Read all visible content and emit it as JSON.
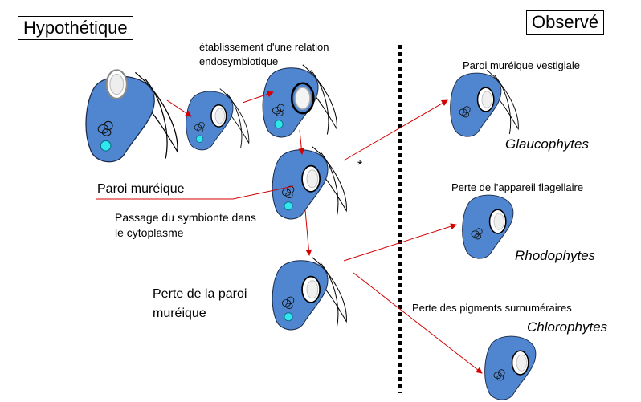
{
  "headers": {
    "left": "Hypothétique",
    "right": "Observé"
  },
  "labels": {
    "relation_line1": "établissement d'une relation",
    "relation_line2": "endosymbiotique",
    "paroi": "Paroi muréique",
    "passage_line1": "Passage du symbionte dans",
    "passage_line2": "le cytoplasme",
    "perte_line1": "Perte de la paroi",
    "perte_line2": "muréique",
    "star": "*",
    "obs1_caption": "Paroi muréique vestigiale",
    "obs1_group": "Glaucophytes",
    "obs2_caption": "Perte de l’appareil flagellaire",
    "obs2_group": "Rhodophytes",
    "obs3_caption": "Perte des pigments surnuméraires",
    "obs3_group": "Chlorophytes"
  },
  "colors": {
    "cell": "#4f86cf",
    "outline": "#1a2a4a",
    "nucleus": "#2fe8ec",
    "arrow": "#d40000"
  }
}
